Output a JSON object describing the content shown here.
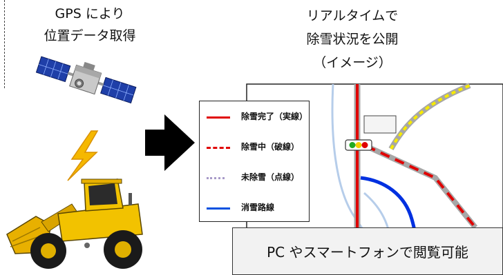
{
  "left_caption": {
    "line1": "GPS により",
    "line2": "位置データ取得"
  },
  "right_caption": {
    "line1": "リアルタイムで",
    "line2": "除雪状況を公開",
    "line3": "（イメージ）"
  },
  "legend": {
    "items": [
      {
        "label": "除雪完了（実線）",
        "color": "#e00000",
        "style": "solid"
      },
      {
        "label": "除雪中（破線）",
        "color": "#e00000",
        "style": "dashed"
      },
      {
        "label": "未除雪（点線）",
        "color": "#a89ac8",
        "style": "dotted"
      },
      {
        "label": "消雪路線",
        "color": "#0050e0",
        "style": "solid"
      }
    ]
  },
  "bottom_caption": "PC やスマートフォンで閲覧可能",
  "icons": [
    "satellite-icon",
    "lightning-icon",
    "wheel-loader-icon",
    "right-arrow-icon",
    "traffic-signal-icon"
  ]
}
